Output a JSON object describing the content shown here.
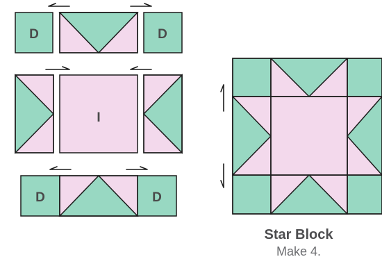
{
  "colors": {
    "green": "#98d8c2",
    "pink": "#f3d9ec",
    "stroke": "#1c1c1c",
    "label": "#4a4a4a"
  },
  "unit_labels": {
    "corner": "D",
    "center": "I"
  },
  "caption": {
    "title": "Star Block",
    "subtitle": "Make 4."
  }
}
